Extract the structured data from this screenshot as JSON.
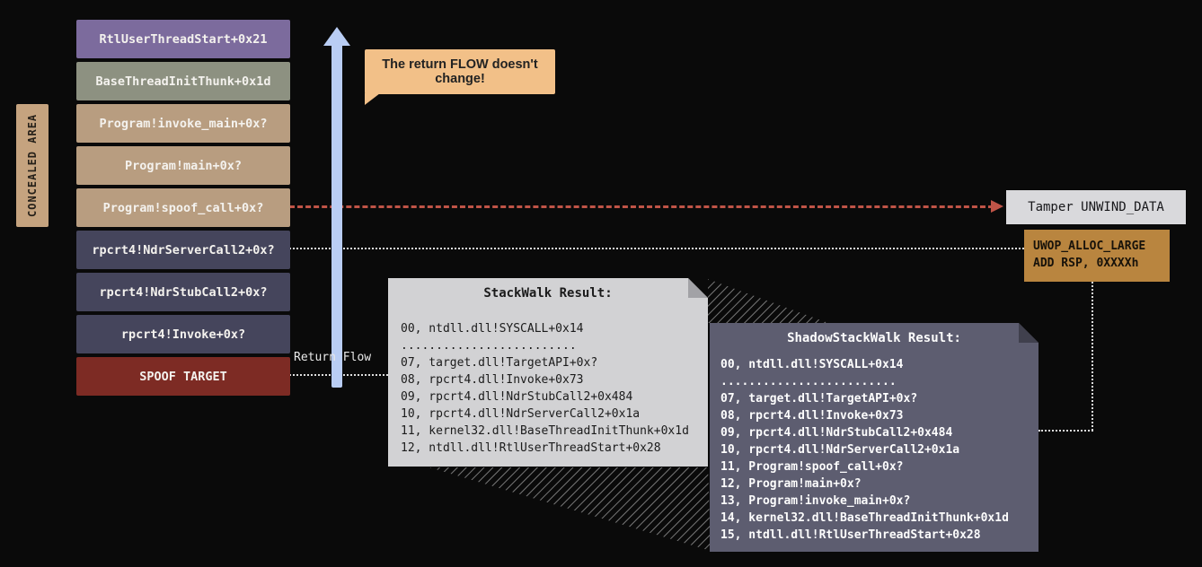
{
  "colors": {
    "background": "#0a0a0a",
    "concealed_bg": "#c5a37f",
    "frame_purple": "#7c6b9d",
    "frame_sage": "#8d9181",
    "frame_tan": "#b89d80",
    "frame_slate": "#45455c",
    "frame_red": "#7d2b24",
    "arrow_blue": "#b9cdf4",
    "arrow_red": "#c05447",
    "callout_bg": "#f2c088",
    "tamper_bg": "#d9d9dc",
    "uwop_bg": "#b9853f",
    "note_light_bg": "#d2d2d4",
    "note_dark_bg": "#5d5d70",
    "dotted_line": "#dedede"
  },
  "concealed_area": {
    "label": "CONCEALED AREA"
  },
  "stack": {
    "frames": [
      {
        "label": "RtlUserThreadStart+0x21",
        "color": "#7c6b9d"
      },
      {
        "label": "BaseThreadInitThunk+0x1d",
        "color": "#8d9181"
      },
      {
        "label": "Program!invoke_main+0x?",
        "color": "#b89d80"
      },
      {
        "label": "Program!main+0x?",
        "color": "#b89d80"
      },
      {
        "label": "Program!spoof_call+0x?",
        "color": "#b89d80"
      },
      {
        "label": "rpcrt4!NdrServerCall2+0x?",
        "color": "#45455c"
      },
      {
        "label": "rpcrt4!NdrStubCall2+0x?",
        "color": "#45455c"
      },
      {
        "label": "rpcrt4!Invoke+0x?",
        "color": "#45455c"
      },
      {
        "label": "SPOOF TARGET",
        "color": "#7d2b24"
      }
    ]
  },
  "return_flow": {
    "label": "Return Flow"
  },
  "callout": {
    "text": "The return FLOW doesn't change!"
  },
  "tamper": {
    "label": "Tamper UNWIND_DATA"
  },
  "uwop": {
    "line1": "UWOP_ALLOC_LARGE",
    "line2": "ADD RSP, 0XXXXh"
  },
  "stackwalk": {
    "title": "StackWalk Result:",
    "lines": [
      "00, ntdll.dll!SYSCALL+0x14",
      ".........................",
      "07, target.dll!TargetAPI+0x?",
      "08, rpcrt4.dll!Invoke+0x73",
      "09, rpcrt4.dll!NdrStubCall2+0x484",
      "10, rpcrt4.dll!NdrServerCall2+0x1a",
      "11, kernel32.dll!BaseThreadInitThunk+0x1d",
      "12, ntdll.dll!RtlUserThreadStart+0x28"
    ]
  },
  "shadow_stackwalk": {
    "title": "ShadowStackWalk Result:",
    "lines": [
      "00, ntdll.dll!SYSCALL+0x14",
      ".........................",
      "07, target.dll!TargetAPI+0x?",
      "08, rpcrt4.dll!Invoke+0x73",
      "09, rpcrt4.dll!NdrStubCall2+0x484",
      "10, rpcrt4.dll!NdrServerCall2+0x1a",
      "11, Program!spoof_call+0x?",
      "12, Program!main+0x?",
      "13, Program!invoke_main+0x?",
      "14, kernel32.dll!BaseThreadInitThunk+0x1d",
      "15, ntdll.dll!RtlUserThreadStart+0x28"
    ]
  }
}
